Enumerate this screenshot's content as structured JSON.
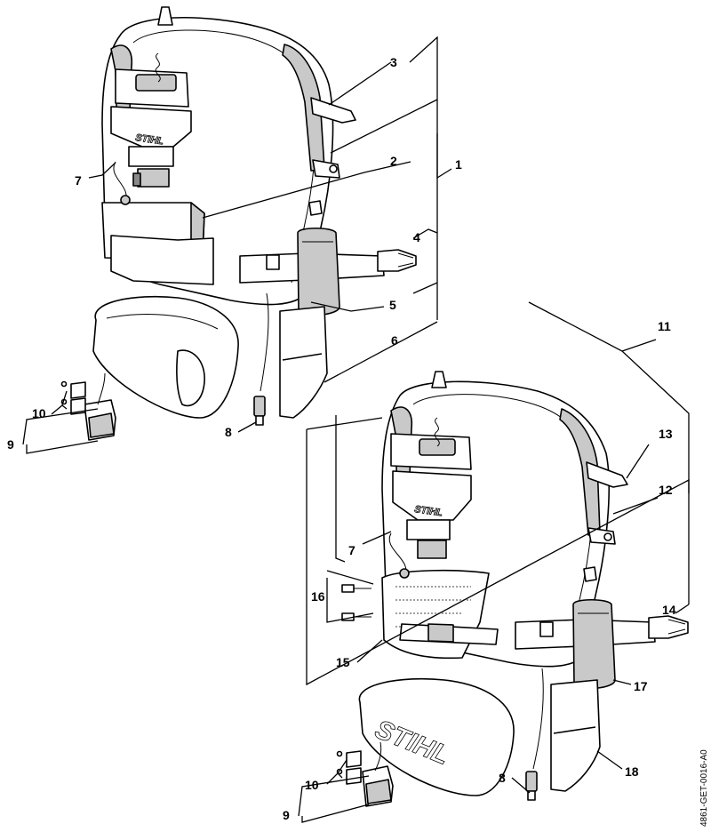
{
  "figure_code": "4861-GET-0016-A0",
  "brand_logo": "STIHL",
  "callouts_upper": [
    "3",
    "2",
    "1",
    "7",
    "4",
    "5",
    "6",
    "10",
    "9",
    "8"
  ],
  "callouts_lower": [
    "11",
    "13",
    "12",
    "7",
    "16",
    "14",
    "15",
    "17",
    "18",
    "10",
    "9",
    "8"
  ]
}
